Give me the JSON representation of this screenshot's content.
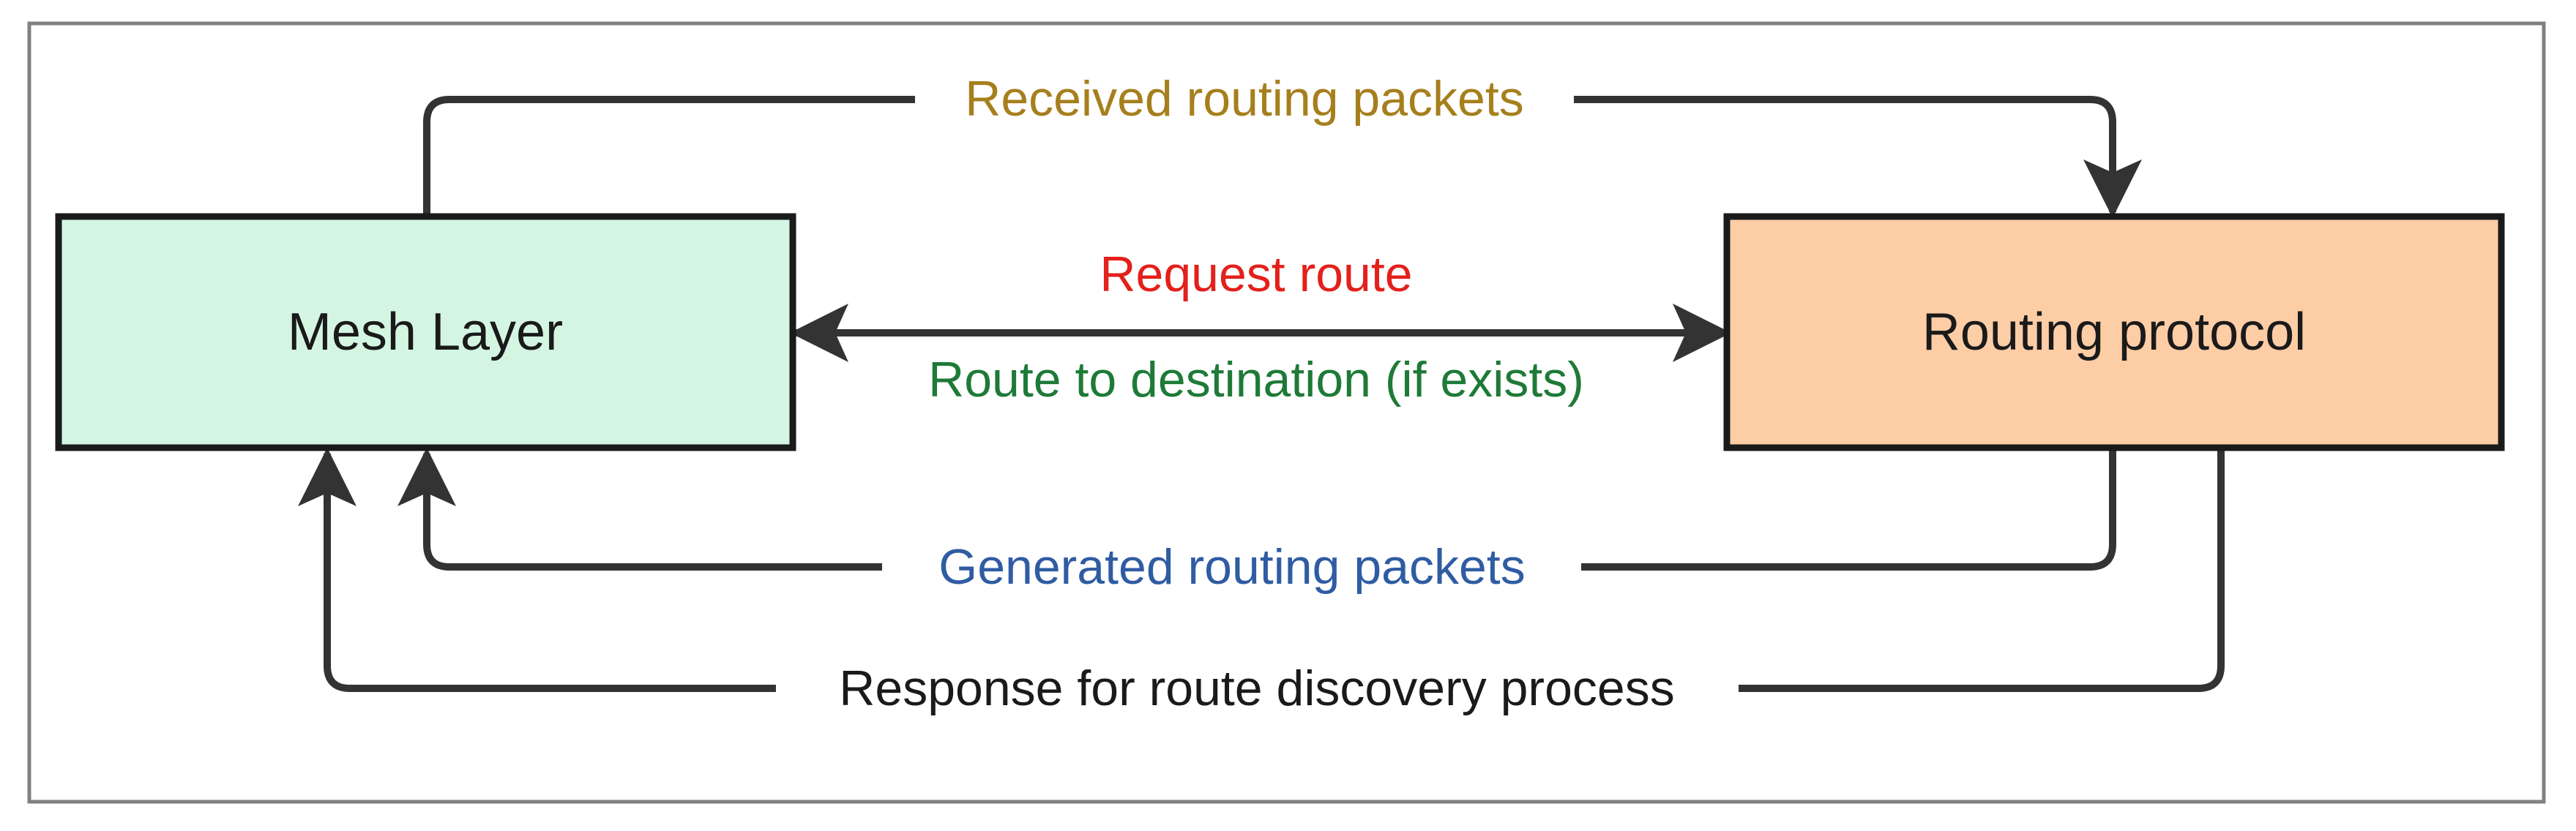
{
  "nodes": {
    "mesh_layer": {
      "label": "Mesh Layer",
      "fill": "#d5f5e3"
    },
    "routing_protocol": {
      "label": "Routing protocol",
      "fill": "#fdcda6"
    }
  },
  "edges": {
    "received_routing_packets": {
      "label": "Received routing packets",
      "color": "#a67f1d"
    },
    "request_route": {
      "label": "Request route",
      "color": "#e3201b"
    },
    "route_to_destination": {
      "label": "Route to destination (if exists)",
      "color": "#1e7a37"
    },
    "generated_routing_packets": {
      "label": "Generated routing packets",
      "color": "#2f5ca3"
    },
    "response_route_discovery": {
      "label": "Response for route discovery process",
      "color": "#1a1a1a"
    }
  },
  "colors": {
    "stroke": "#333333",
    "frame": "#808080"
  }
}
